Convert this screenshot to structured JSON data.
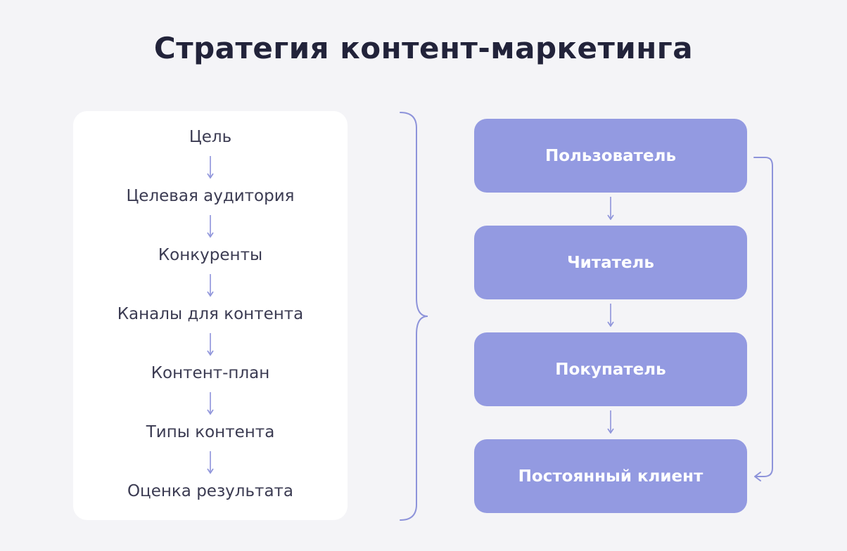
{
  "title": "Стратегия контент-маркетинга",
  "strategy_steps": [
    "Цель",
    "Целевая аудитория",
    "Конкуренты",
    "Каналы для контента",
    "Контент-план",
    "Типы контента",
    "Оценка результата"
  ],
  "funnel_stages": [
    "Пользователь",
    "Читатель",
    "Покупатель",
    "Постоянный клиент"
  ],
  "colors": {
    "background": "#f4f4f7",
    "card": "#ffffff",
    "accent": "#939ae1",
    "text_dark": "#22233a",
    "text_body": "#3b3b52"
  }
}
